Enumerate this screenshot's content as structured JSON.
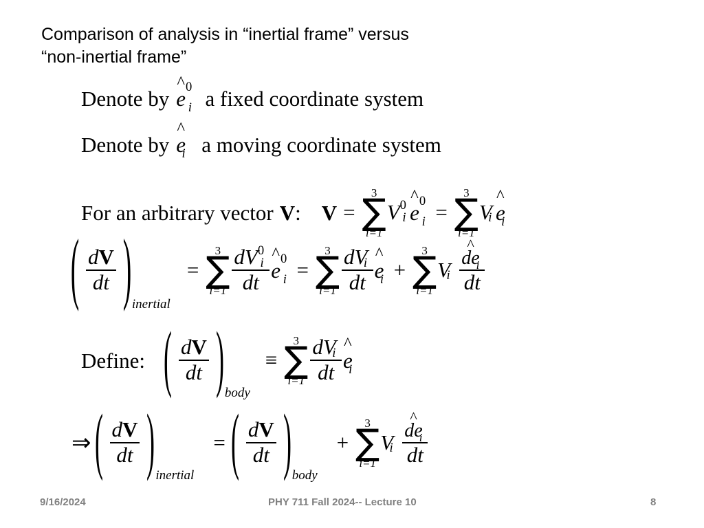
{
  "slide": {
    "title": "Comparison of analysis in “inertial frame” versus\n“non-inertial frame”",
    "background_color": "#ffffff",
    "text_color": "#000000"
  },
  "content": {
    "line_denote_fixed": {
      "lead": "Denote by",
      "symbol_base": "e",
      "symbol_hat": "^",
      "symbol_sup": "0",
      "symbol_sub": "i",
      "tail": "a fixed coordinate system"
    },
    "line_denote_moving": {
      "lead": "Denote by",
      "symbol_base": "e",
      "symbol_hat": "^",
      "symbol_sub": "i",
      "tail": "a moving coordinate system"
    },
    "line_vector": {
      "lead": "For an arbitrary vector",
      "vector_symbol": "V",
      "colon": ":",
      "lhs": "V",
      "equals": "=",
      "sum_upper": "3",
      "sum_lower": "i=1",
      "term1_V": "V",
      "term1_V_sup": "0",
      "term1_V_sub": "i",
      "term1_e": "e",
      "term1_e_sup": "0",
      "term1_e_sub": "i",
      "equals2": "=",
      "term2_V": "V",
      "term2_V_sub": "i",
      "term2_e": "e",
      "term2_e_sub": "i"
    },
    "line_derivative": {
      "lhs_num": "dV",
      "lhs_den": "dt",
      "lhs_subscript": "inertial",
      "equals": "=",
      "sum_upper": "3",
      "sum_lower": "i=1",
      "t1_num": "dV",
      "t1_num_sup": "0",
      "t1_num_sub": "i",
      "t1_den": "dt",
      "t1_e": "e",
      "t1_e_sup": "0",
      "t1_e_sub": "i",
      "equals2": "=",
      "t2_num": "dV",
      "t2_num_sub": "i",
      "t2_den": "dt",
      "t2_e": "e",
      "t2_e_sub": "i",
      "plus": "+",
      "t3_V": "V",
      "t3_V_sub": "i",
      "t3_num": "de",
      "t3_num_sub": "i",
      "t3_den": "dt"
    },
    "line_define": {
      "label": "Define:",
      "lhs_num": "dV",
      "lhs_den": "dt",
      "lhs_subscript": "body",
      "equiv": "≡",
      "sum_upper": "3",
      "sum_lower": "i=1",
      "rhs_num": "dV",
      "rhs_num_sub": "i",
      "rhs_den": "dt",
      "rhs_e": "e",
      "rhs_e_sub": "i"
    },
    "line_result": {
      "implies": "⇒",
      "lhs_num": "dV",
      "lhs_den": "dt",
      "lhs_subscript": "inertial",
      "equals": "=",
      "rhs_num": "dV",
      "rhs_den": "dt",
      "rhs_subscript": "body",
      "plus": "+",
      "sum_upper": "3",
      "sum_lower": "i=1",
      "t_V": "V",
      "t_V_sub": "i",
      "t_num": "de",
      "t_num_sub": "i",
      "t_den": "dt"
    }
  },
  "footer": {
    "date": "9/16/2024",
    "center": "PHY 711  Fall 2024-- Lecture 10",
    "page_number": "8",
    "color": "#808080"
  },
  "symbols": {
    "sigma": "∑",
    "hat": "^",
    "paren_left": "(",
    "paren_right": ")"
  }
}
